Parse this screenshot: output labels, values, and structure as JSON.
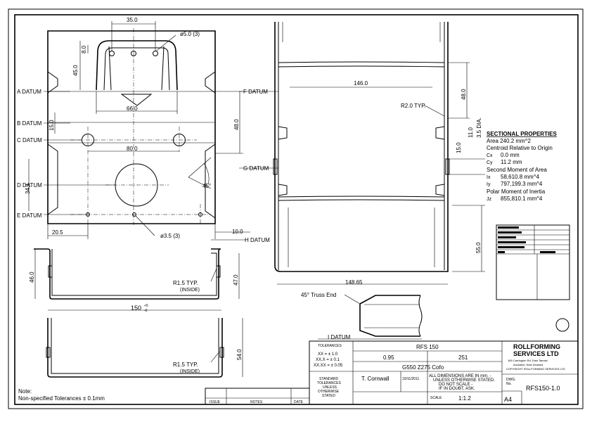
{
  "plan": {
    "dims": {
      "d35": "35.0",
      "d8": "8.0",
      "d45": "45.0",
      "d66": "66.0",
      "d15": "15.0",
      "d48": "48.0",
      "d80": "80.0",
      "d34": "34.1",
      "d45deg": "45°",
      "d205": "20.5",
      "d10": "10.0"
    },
    "holes_top": "ø5.0 (3)",
    "holes_bottom": "ø3.5 (3)"
  },
  "datums": {
    "a": "A DATUM",
    "b": "B DATUM",
    "c": "C DATUM",
    "d": "D DATUM",
    "e": "E DATUM",
    "f": "F DATUM",
    "g": "G DATUM",
    "h": "H DATUM",
    "i": "I DATUM"
  },
  "section_upper": {
    "d46": "46.0",
    "d47": "47.0",
    "d150": "150",
    "tol_plus": "+5",
    "tol_minus": "-0",
    "radius_note_1": "R1.5 TYP.",
    "radius_note_2": "(INSIDE)"
  },
  "section_lower": {
    "d54": "54.0",
    "radius_note_1": "R1.5 TYP.",
    "radius_note_2": "(INSIDE)"
  },
  "elevation": {
    "d146": "146.0",
    "d48": "48.0",
    "radius_note": "R2.0 TYP.",
    "d35dia": "3.5 DIA.",
    "d11": "11.0",
    "d15": "15.0",
    "d55": "55.0",
    "d14865": "148.65",
    "truss_end": "45° Truss End"
  },
  "section_properties": {
    "title": "SECTIONAL PROPERTIES",
    "area": "Area    240.2 mm^2",
    "centroid": "Centroid Relative to Origin",
    "cx_label": "Cx",
    "cx_value": "0.0 mm",
    "cy_label": "Cy",
    "cy_value": "11.2 mm",
    "second_moment": "Second Moment of Area",
    "ix_label": "Ix",
    "ix_value": "58,610.8 mm^4",
    "iy_label": "Iy",
    "iy_value": "797,199.3 mm^4",
    "polar": "Polar Moment of Inertia",
    "jz_label": "Jz",
    "jz_value": "855,810.1 mm^4"
  },
  "note": {
    "title": "Note:",
    "text": "Non-specified Tolerances ± 0.1mm"
  },
  "title_block": {
    "tolerances": "TOLERANCES",
    "tol_x": "XX  = ± 1.0",
    "tol_xx": "XX.X = ± 0.1",
    "tol_xxx": "XX.XX = ± 0.05",
    "standard_1": "STANDARD",
    "standard_2": "TOLERANCES",
    "standard_3": "UNLESS",
    "standard_4": "OTHERWISE",
    "standard_5": "STATED",
    "profile": "RFS 150",
    "thickness": "0.95",
    "strip_width": "251",
    "material": "G550 Z275 Cofo",
    "drawn_by": "T. Cornwall",
    "date": "10/11/2011",
    "all_dims": "ALL DIMENSIONS ARE IN mm. -",
    "unless": "UNLESS OTHERWISE STATED.",
    "do_not": "DO NOT SCALE -",
    "if_in_doubt": "IF IN DOUBT, ASK.",
    "scale_label": "SCALE",
    "scale_value": "1:1.2",
    "company_1": "ROLLFORMING",
    "company_2": "SERVICES LTD",
    "address_1": "165 Carrington Rd, East Tamaki",
    "address_2": "Auckland, New Zealand",
    "copyright": "COPYRIGHT ROLLFORMING SERVICES LTD",
    "dwg_label": "DWG.",
    "no_label": "No.",
    "dwg_number": "RFS150-1.0",
    "sheet_size": "A4",
    "issue": "ISSUE",
    "notes": "NOTES",
    "date_col": "DATE"
  }
}
